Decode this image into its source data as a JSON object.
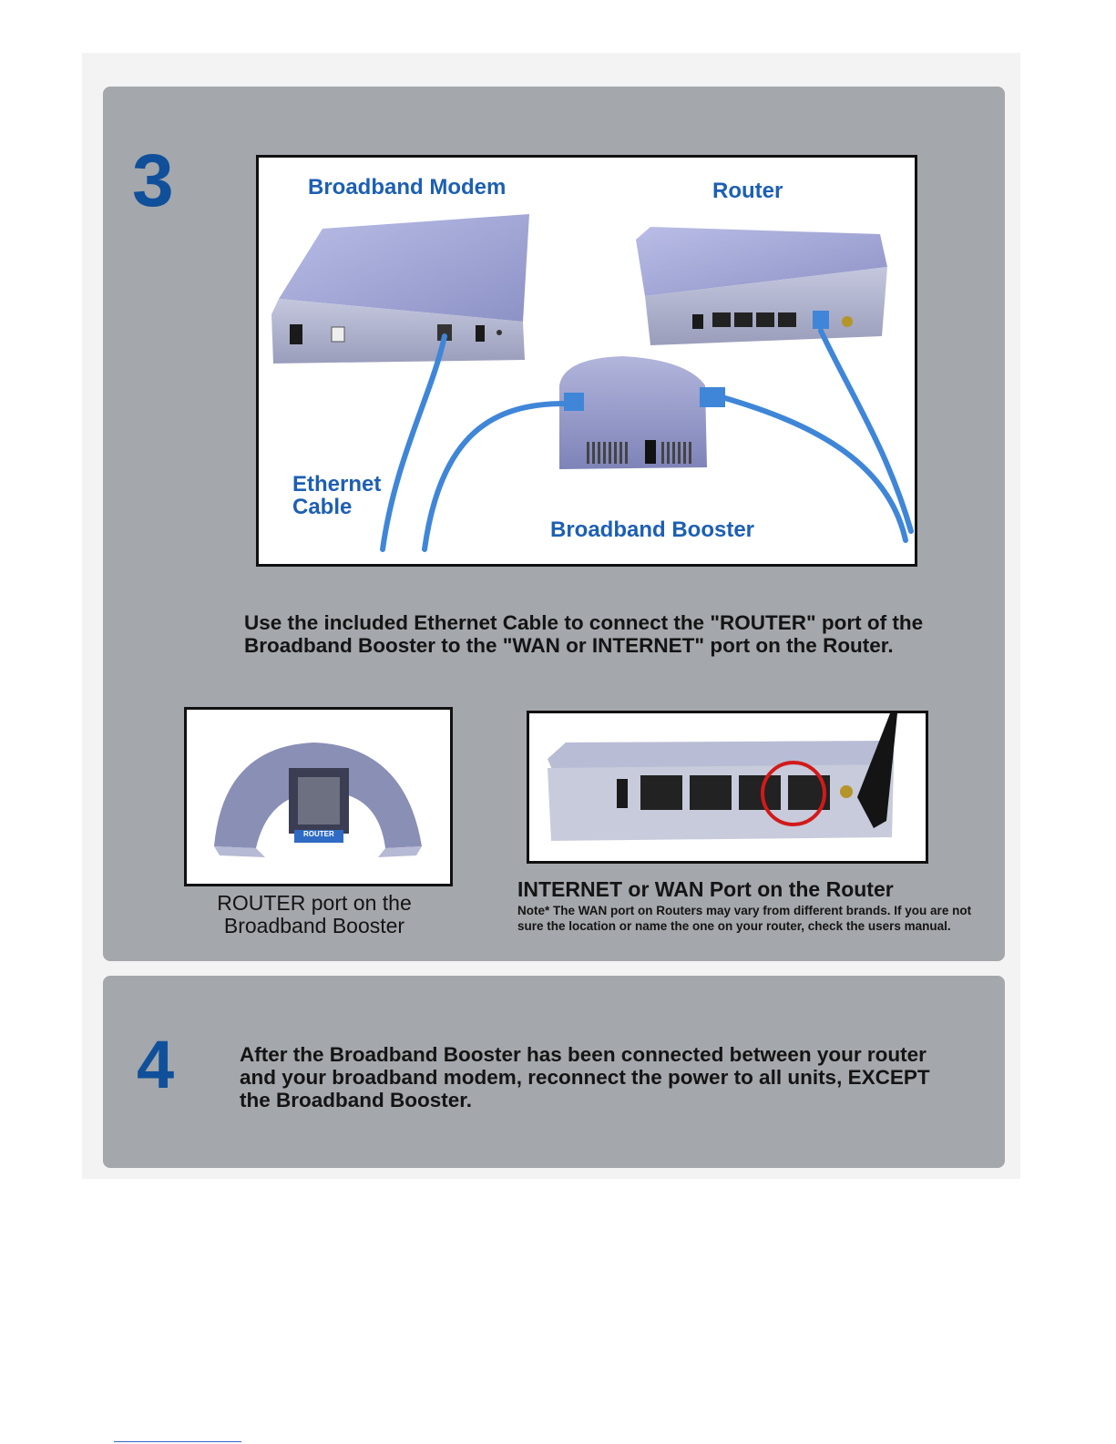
{
  "step3": {
    "number": "3",
    "photo_labels": {
      "broadband_modem": "Broadband Modem",
      "router": "Router",
      "ethernet_cable": "Ethernet Cable",
      "broadband_booster": "Broadband Booster"
    },
    "instruction": "Use the included Ethernet Cable to connect the \"ROUTER\" port of the Broadband Booster to the \"WAN or INTERNET\" port on the Router.",
    "left_caption": "ROUTER port on the Broadband Booster",
    "port_tag": "ROUTER",
    "right_caption": "INTERNET or WAN Port on the Router",
    "note": "Note* The WAN port on Routers may vary from different brands.  If you are not sure the location or name the one on your router, check the users manual."
  },
  "step4": {
    "number": "4",
    "instruction": "After the Broadband Booster has been connected between your router and your broadband modem, reconnect the power to all units, EXCEPT the Broadband Booster."
  },
  "colors": {
    "panel": "#a4a7ab",
    "step_number": "#10509a",
    "label_blue": "#1d5fb3",
    "cable_blue": "#3f86d8",
    "device_lavender": "#9aa0d2",
    "highlight_circle": "#d21a1a"
  }
}
